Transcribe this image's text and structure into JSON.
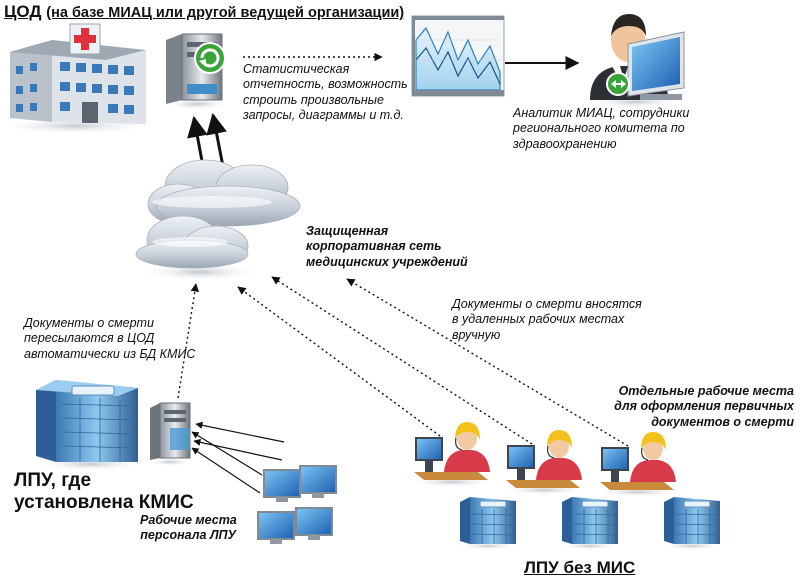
{
  "header": {
    "title_main": "ЦОД",
    "title_rest": "(на базе МИАЦ или другой ведущей организации)"
  },
  "labels": {
    "stat_lines": [
      "Статистическая",
      "отчетность, возможность",
      "строить произвольные",
      "запросы, диаграммы и т.д."
    ],
    "analyst_lines": [
      "Аналитик МИАЦ, сотрудники",
      "регионального комитета по",
      "здравоохранению"
    ],
    "network_lines": [
      "Защищенная",
      "корпоративная сеть",
      "медицинских учреждений"
    ],
    "auto_lines": [
      "Документы о смерти",
      "пересылаются в ЦОД",
      "автоматически из БД КМИС"
    ],
    "manual_lines": [
      "Документы о смерти вносятся",
      "в удаленных рабочих местах",
      "вручную"
    ],
    "workplaces_lines": [
      "Отдельные рабочие места",
      "для оформления первичных",
      "документов о смерти"
    ],
    "lpu_kmis_lines": [
      "ЛПУ, где",
      "установлена КМИС"
    ],
    "staff_lines": [
      "Рабочие места",
      "персонала ЛПУ"
    ],
    "lpu_no_mis": "ЛПУ без МИС"
  },
  "colors": {
    "cloud": "#cfd6de",
    "screen_blue": "#2b7fd6",
    "headset_yellow": "#f2c21b",
    "shirt_red": "#d93a4a",
    "building_blue": "#6ab0de",
    "server_green": "#3aa33a"
  },
  "icons": [
    "hospital-icon",
    "server-refresh-icon",
    "stats-chart-icon",
    "analyst-icon",
    "cloud-icon",
    "building-kmis-icon",
    "server-icon",
    "workstations-icon",
    "operator-icon",
    "small-building-icon"
  ]
}
